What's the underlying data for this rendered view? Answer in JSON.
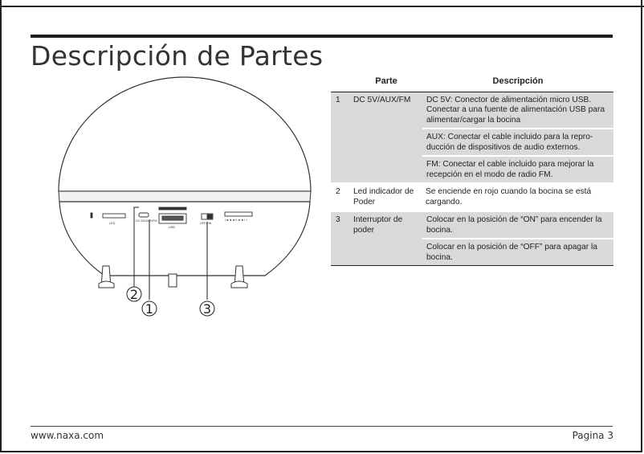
{
  "page": {
    "title": "Descripción de Partes",
    "footer_left": "www.naxa.com",
    "footer_right": "Pagina 3"
  },
  "table": {
    "headers": {
      "part": "Parte",
      "description": "Descripción"
    },
    "rows": [
      {
        "num": "1",
        "name": "DC 5V/AUX/FM",
        "desc": [
          "DC 5V: Conector de alimentación micro USB. Conectar a una fuente de alimentación USB para alimentar/cargar la bocina",
          "AUX: Conectar el cable incluido para la repro-ducción de dispositivos de audio externos.",
          "FM: Conectar el cable incluido para mejorar la recepción en el modo de radio FM."
        ]
      },
      {
        "num": "2",
        "name": "Led indicador de Poder",
        "desc": [
          "Se enciende en rojo cuando la bocina se está cargando."
        ]
      },
      {
        "num": "3",
        "name": "Interruptor de poder",
        "desc": [
          "Colocar en la posición de “ON” para encender la bocina.",
          "Colocar en la posición de “OFF” para apagar la bocina."
        ]
      }
    ]
  },
  "illustration": {
    "callouts": [
      "2",
      "1",
      "3"
    ],
    "port_labels": {
      "led": "LED",
      "dc": "DC 5V/AUX/FM",
      "usb": "USB",
      "switch": "OFF/ON",
      "controls": "I◄◄ ►II ►►I +"
    }
  }
}
